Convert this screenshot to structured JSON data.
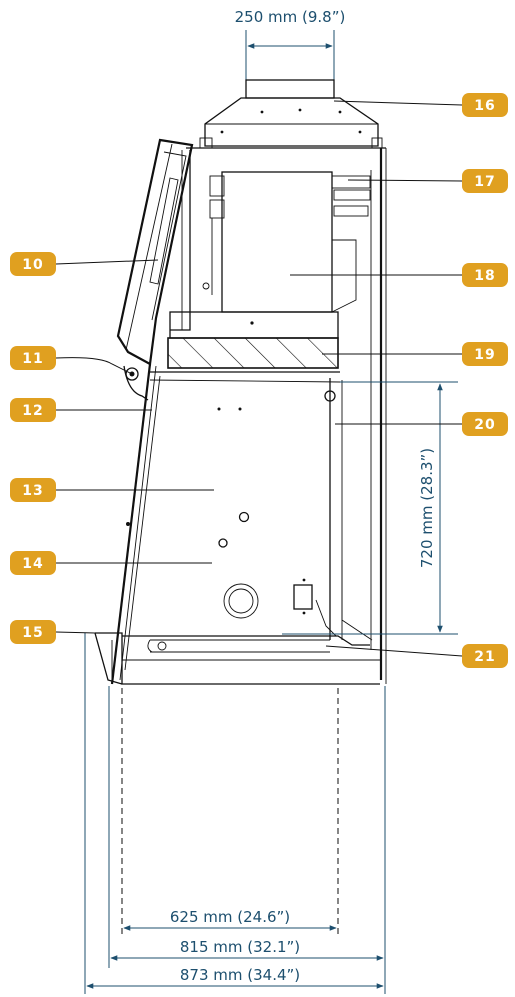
{
  "dimensions": {
    "duct_width": "250 mm (9.8”)",
    "work_opening_height": "720 mm (28.3”)",
    "inner_depth": "625 mm (24.6”)",
    "body_depth": "815 mm (32.1”)",
    "overall_depth": "873 mm (34.4”)"
  },
  "callouts": [
    "10",
    "11",
    "12",
    "13",
    "14",
    "15",
    "16",
    "17",
    "18",
    "19",
    "20",
    "21"
  ],
  "colors": {
    "badge": "#e0a020",
    "dimension": "#1d4f6e",
    "line": "#111111"
  }
}
